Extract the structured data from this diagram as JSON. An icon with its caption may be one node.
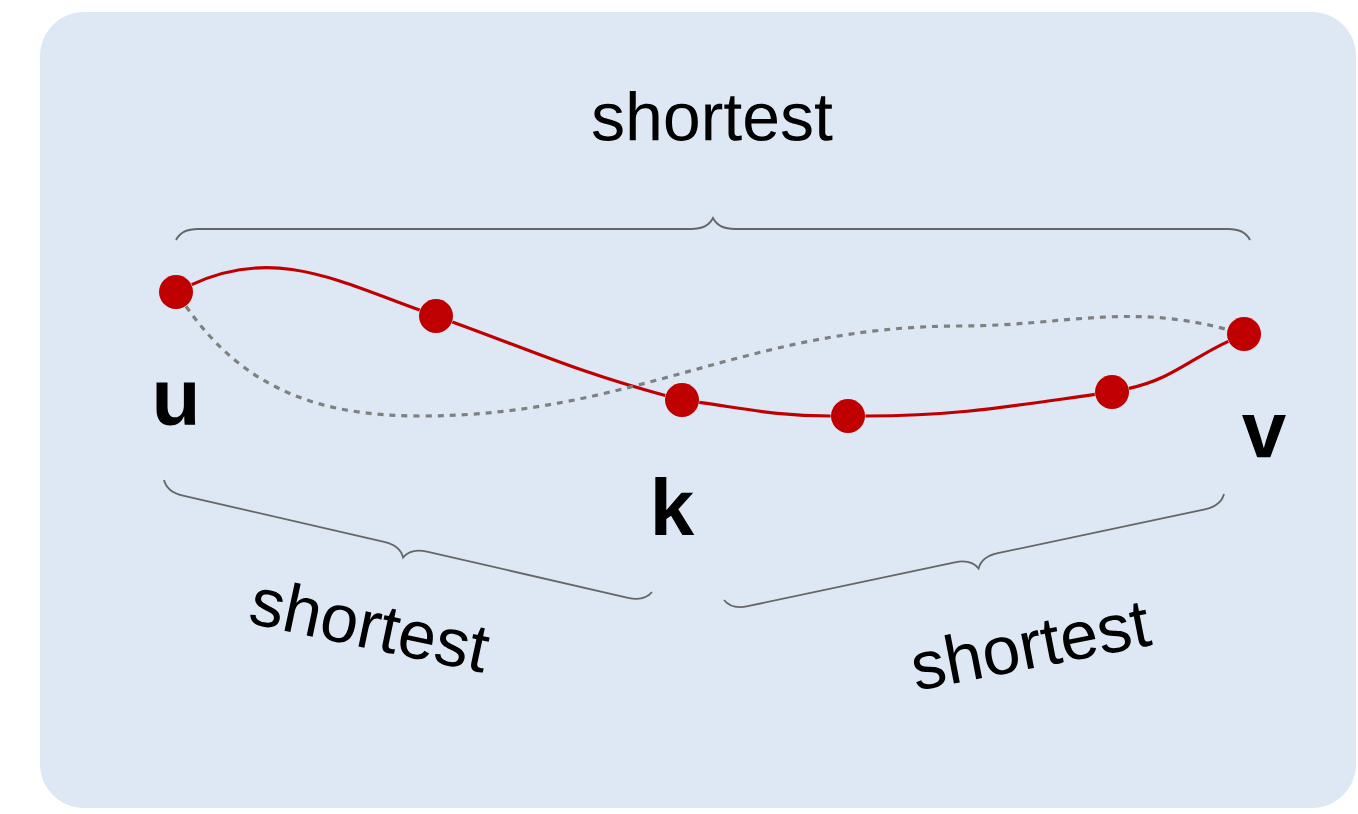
{
  "diagram": {
    "nodes": [
      {
        "text": [],
        "shape": "circle",
        "beside": [
          "u"
        ]
      },
      {
        "text": [],
        "shape": "circle"
      },
      {
        "text": [],
        "shape": "circle",
        "beside": [
          "k"
        ]
      },
      {
        "text": [],
        "shape": "circle"
      },
      {
        "text": [],
        "shape": "circle"
      },
      {
        "text": [],
        "shape": "circle",
        "beside": [
          "v"
        ]
      }
    ],
    "edges": [
      {
        "from": 0,
        "to": 1,
        "arrow": "none"
      },
      {
        "from": 1,
        "to": 2,
        "arrow": "none"
      },
      {
        "from": 2,
        "to": 3,
        "arrow": "none"
      },
      {
        "from": 3,
        "to": 4,
        "arrow": "none"
      },
      {
        "from": 4,
        "to": 5,
        "arrow": "none"
      },
      {
        "from": 0,
        "to": 5,
        "arrow": "none",
        "style": "dashed",
        "color": "#808080"
      }
    ],
    "labels": [
      "shortest",
      "shortest",
      "shortest"
    ]
  }
}
